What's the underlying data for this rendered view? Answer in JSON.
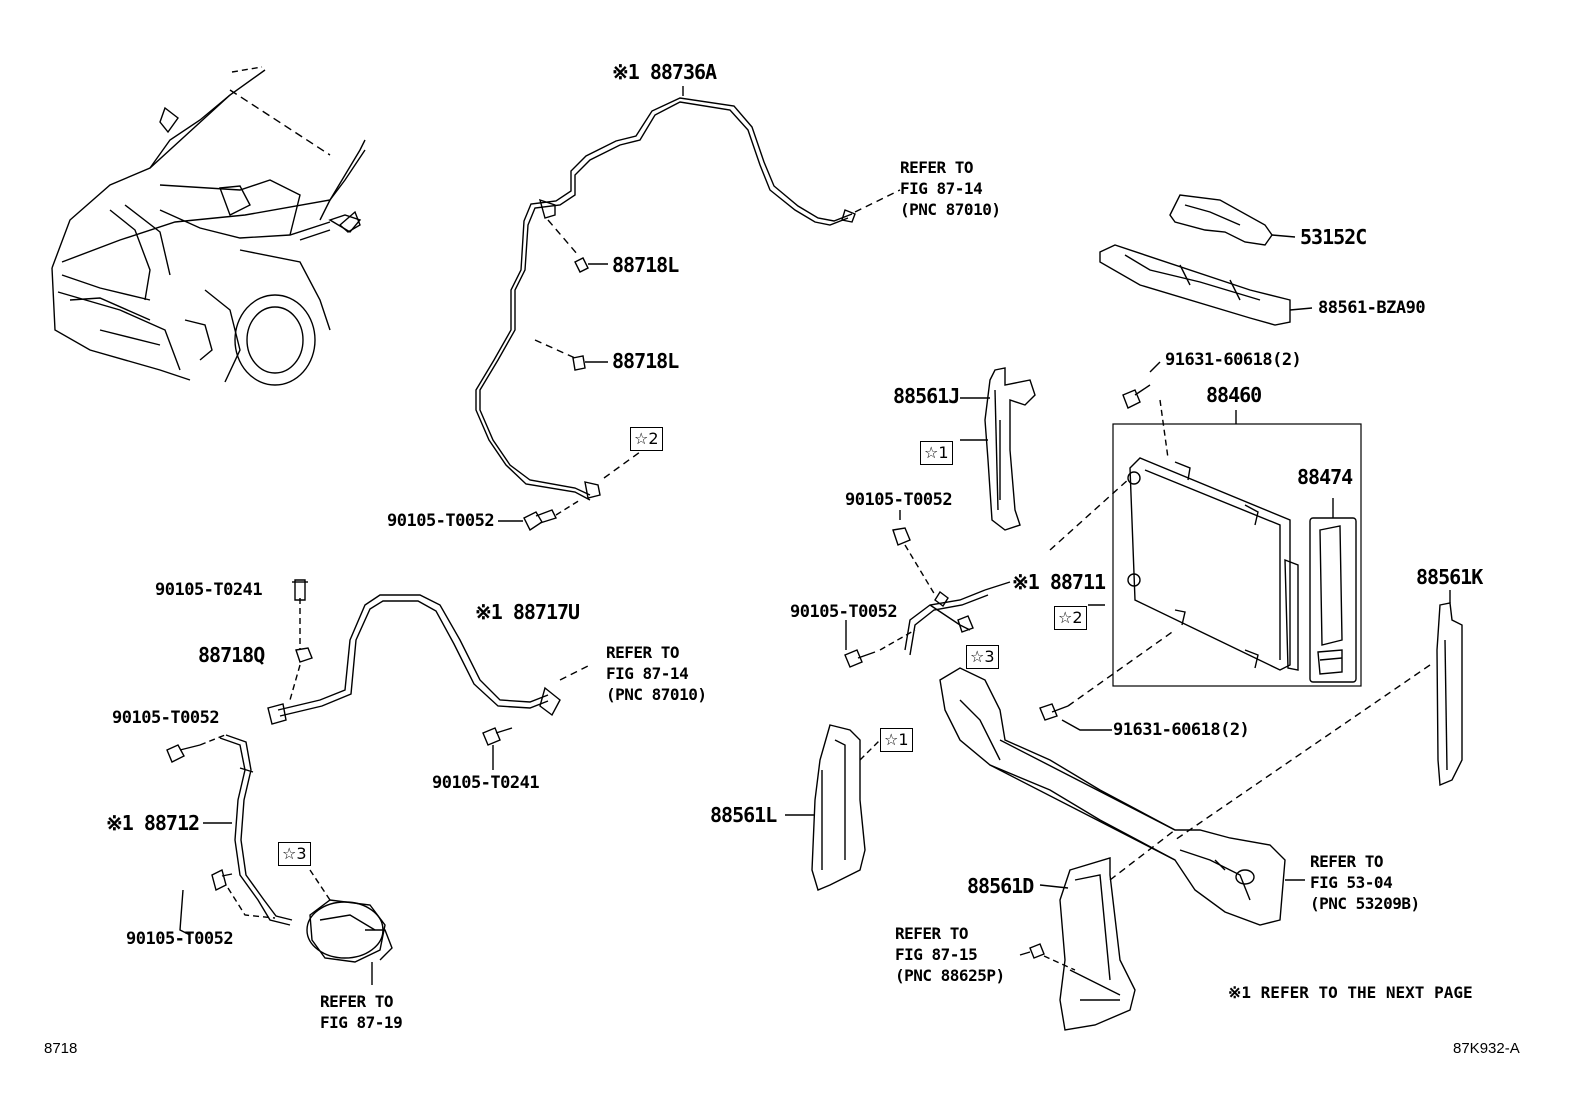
{
  "parts": {
    "p88736A": "※1 88736A",
    "p88718L_a": "88718L",
    "p88718L_b": "88718L",
    "p90105_T0052_top": "90105-T0052",
    "p90105_T0241_a": "90105-T0241",
    "p88718Q": "88718Q",
    "p88717U": "※1 88717U",
    "p90105_T0052_mid": "90105-T0052",
    "p90105_T0241_b": "90105-T0241",
    "p88712": "※1 88712",
    "p90105_T0052_low": "90105-T0052",
    "p53152C": "53152C",
    "p88561_BZA90": "88561-BZA90",
    "p91631_a": "91631-60618(2)",
    "p88460": "88460",
    "p88561J": "88561J",
    "p90105_T0052_r1": "90105-T0052",
    "p88474": "88474",
    "p88711": "※1 88711",
    "p90105_T0052_r2": "90105-T0052",
    "p88561K": "88561K",
    "p91631_b": "91631-60618(2)",
    "p88561L": "88561L",
    "p88561D": "88561D"
  },
  "boxes": {
    "s2_top": "☆2",
    "s1_a": "☆1",
    "s2_r": "☆2",
    "s3_r": "☆3",
    "s1_b": "☆1",
    "s3_low": "☆3"
  },
  "refs": {
    "ref_87_14_top": "REFER TO\nFIG 87-14\n(PNC 87010)",
    "ref_87_14_mid": "REFER TO\nFIG 87-14\n(PNC 87010)",
    "ref_87_19": "REFER TO\nFIG 87-19",
    "ref_53_04": "REFER TO\nFIG 53-04\n(PNC 53209B)",
    "ref_87_15": "REFER TO\nFIG 87-15\n(PNC 88625P)"
  },
  "note": "※1  REFER TO THE NEXT PAGE",
  "figure": {
    "page_ref": "8718",
    "code": "87K932-A"
  }
}
